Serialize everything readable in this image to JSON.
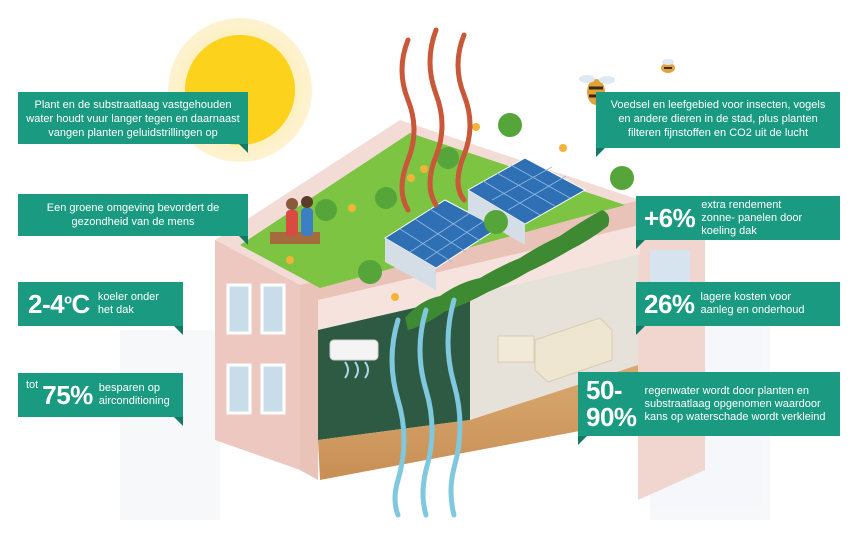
{
  "callouts": {
    "planten_substraat": "Plant en de substraatlaag vastgehouden water houdt vuur langer tegen en daarnaast vangen planten geluidstrillingen op",
    "groene_omgeving": "Een groene omgeving bevordert de gezondheid van de mens",
    "koeler": {
      "value_main": "2-4",
      "value_sup": "o",
      "value_unit": "C",
      "text": "koeler onder het dak"
    },
    "airco": {
      "prefix": "tot",
      "value": "75%",
      "text": "besparen op airconditioning"
    },
    "voedsel": "Voedsel en leefgebied voor insecten, vogels en andere dieren in de stad, plus planten filteren fijnstoffen en CO2 uit de lucht",
    "zonnepanelen": {
      "value": "+6%",
      "text": "extra rendement zonne- panelen door koeling dak"
    },
    "kosten": {
      "value": "26%",
      "text": "lagere kosten voor aanleg en onderhoud"
    },
    "regenwater": {
      "value_line1": "50-",
      "value_line2": "90%",
      "text": "regenwater wordt door planten en substraatlaag opgenomen waardoor kans op waterschade wordt verkleind"
    }
  },
  "colors": {
    "callout": "#1a9a80",
    "roof_green": "#7cc442",
    "heat_wave": "#c9573a",
    "water_wave": "#7fc8de",
    "sun": "#fcd21c"
  }
}
